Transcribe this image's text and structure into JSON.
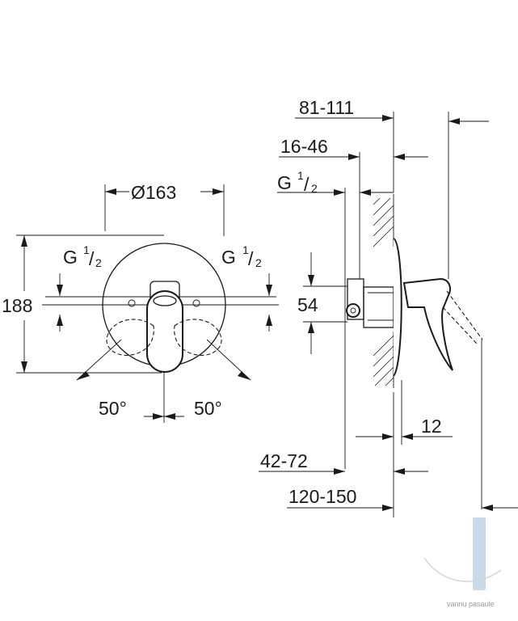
{
  "front_view": {
    "diameter_label": "Ø163",
    "height_label": "188",
    "thread_left": {
      "base": "G",
      "num": "1",
      "den": "2"
    },
    "thread_right": {
      "base": "G",
      "num": "1",
      "den": "2"
    },
    "angle_left": "50°",
    "angle_right": "50°"
  },
  "side_view": {
    "dim_total": "81-111",
    "dim_plate": "16-46",
    "thread": {
      "base": "G",
      "num": "1",
      "den": "2"
    },
    "dim_body": "54",
    "dim_offset": "12",
    "dim_depth": "42-72",
    "dim_overall": "120-150"
  },
  "watermark": {
    "text": "vannu pasaule"
  }
}
